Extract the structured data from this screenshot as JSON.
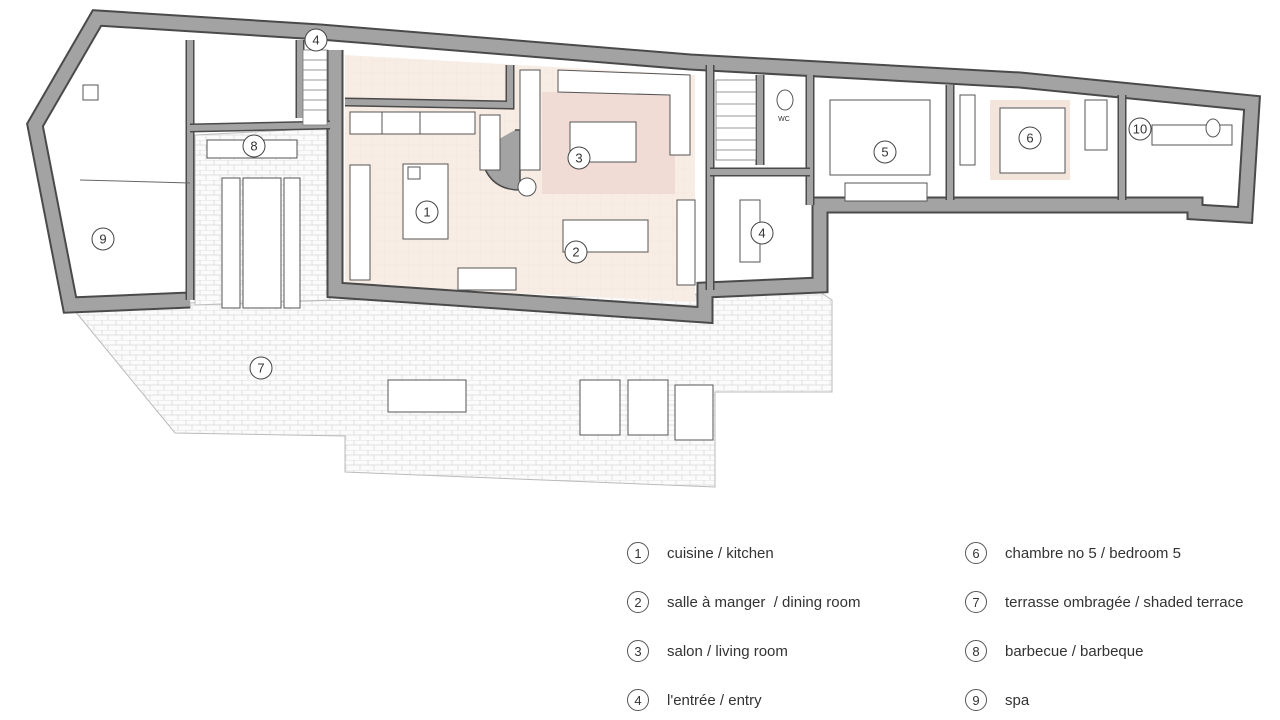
{
  "plan": {
    "room_labels": [
      "1",
      "2",
      "3",
      "4",
      "5",
      "6",
      "7",
      "8",
      "9",
      "10",
      "4"
    ],
    "wc_label": "WC"
  },
  "legend": [
    {
      "num": "1",
      "text": "cuisine / kitchen"
    },
    {
      "num": "2",
      "text": "salle à manger  / dining room"
    },
    {
      "num": "3",
      "text": "salon / living room"
    },
    {
      "num": "4",
      "text": "l'entrée / entry"
    },
    {
      "num": "6",
      "text": "chambre no 5 / bedroom 5"
    },
    {
      "num": "7",
      "text": "terrasse ombragée / shaded terrace"
    },
    {
      "num": "8",
      "text": "barbecue / barbeque"
    },
    {
      "num": "9",
      "text": "spa"
    }
  ],
  "colors": {
    "wall": "#a3a3a3",
    "interior": "#f8ede5",
    "rug": "#f1dcd5"
  }
}
